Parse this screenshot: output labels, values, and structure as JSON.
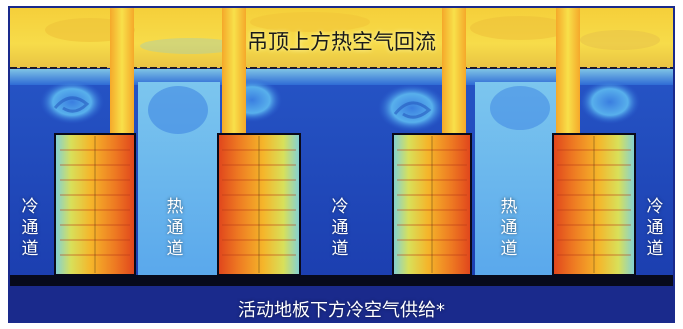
{
  "labels": {
    "ceiling": "吊顶上方热空气回流",
    "floor": "活动地板下方冷空气供给*",
    "cold_aisle": "冷通道",
    "hot_aisle": "热通道"
  },
  "colors": {
    "ceiling_warm": "#f7d33a",
    "ceiling_edge": "#f2a52a",
    "room_blue": "#1d4db8",
    "hot_aisle_blue": "#5fb6f0",
    "cold_aisle_blue": "#2a5fd0",
    "rack_hot": "#e8521e",
    "rack_warm": "#f5b52a",
    "floor_navy": "#1a2a8c",
    "floor_slab": "#070a1c",
    "exhaust_plume": "#f6d83e"
  },
  "racks": [
    "rack-1",
    "rack-2",
    "rack-3",
    "rack-4"
  ],
  "layout_note_present": false
}
